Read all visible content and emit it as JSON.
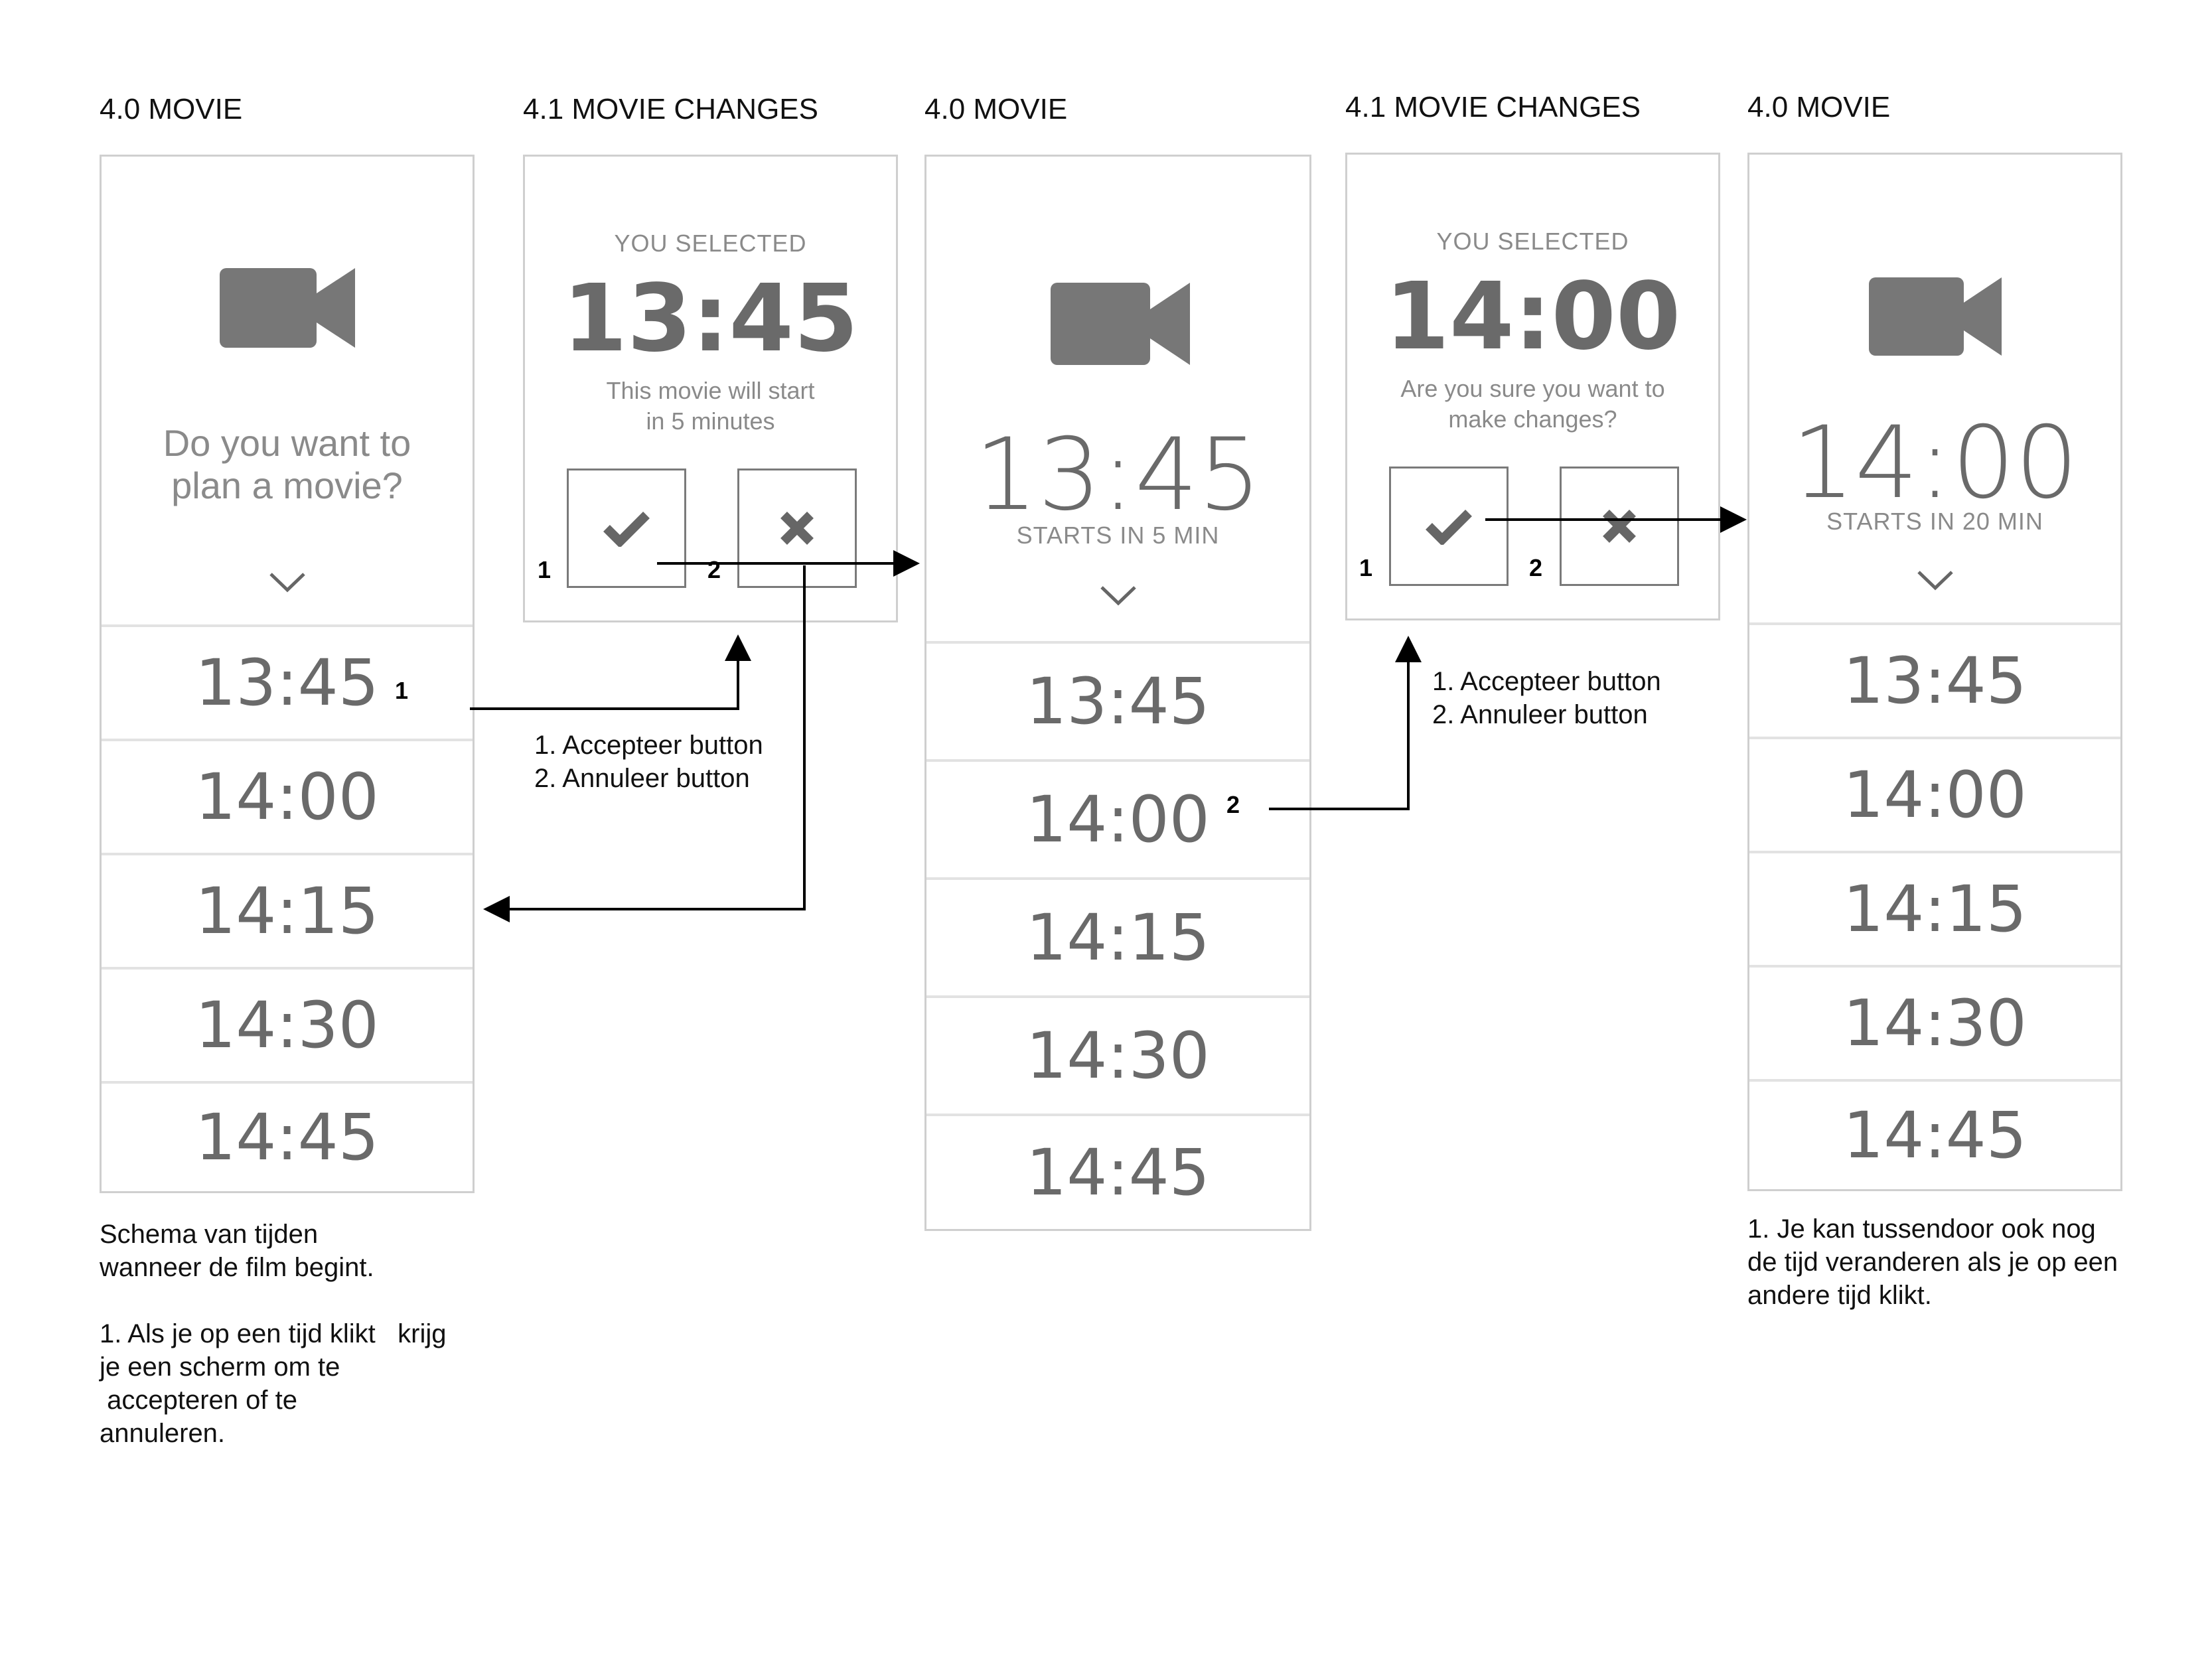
{
  "screens": {
    "s1": {
      "title": "4.0 MOVIE",
      "question": "Do you want to\nplan a movie?",
      "times": [
        "13:45",
        "14:00",
        "14:15",
        "14:30",
        "14:45"
      ],
      "marker": "1"
    },
    "s2": {
      "title": "4.1 MOVIE CHANGES",
      "label": "YOU SELECTED",
      "time": "13:45",
      "message": "This movie will start\nin 5 minutes",
      "marker_accept": "1",
      "marker_cancel": "2"
    },
    "s3": {
      "title": "4.0 MOVIE",
      "time": "13:45",
      "starts": "STARTS IN 5 MIN",
      "times": [
        "13:45",
        "14:00",
        "14:15",
        "14:30",
        "14:45"
      ],
      "marker": "2"
    },
    "s4": {
      "title": "4.1 MOVIE CHANGES",
      "label": "YOU SELECTED",
      "time": "14:00",
      "message": "Are you sure you want to\nmake changes?",
      "marker_accept": "1",
      "marker_cancel": "2"
    },
    "s5": {
      "title": "4.0 MOVIE",
      "time": "14:00",
      "starts": "STARTS IN 20 MIN",
      "times": [
        "13:45",
        "14:00",
        "14:15",
        "14:30",
        "14:45"
      ]
    }
  },
  "notes": {
    "n1": "Schema van tijden\nwanneer de film begint.\n\n1. Als je op een tijd klikt   krijg\nje een scherm om te\n accepteren of te\nannuleren.",
    "n2": "1. Accepteer button\n2. Annuleer button",
    "n3": "1. Accepteer button\n2. Annuleer button",
    "n4": "1. Je kan tussendoor ook nog\nde tijd veranderen als je op een\nandere tijd klikt."
  },
  "icons": {
    "camera": "video-camera-icon",
    "chevron": "chevron-down-icon",
    "accept": "check-icon",
    "cancel": "close-icon"
  },
  "colors": {
    "icon": "#777777",
    "text_gray": "#8a8a8a",
    "time_gray": "#6a6a6a",
    "border": "#cfcfcf"
  }
}
